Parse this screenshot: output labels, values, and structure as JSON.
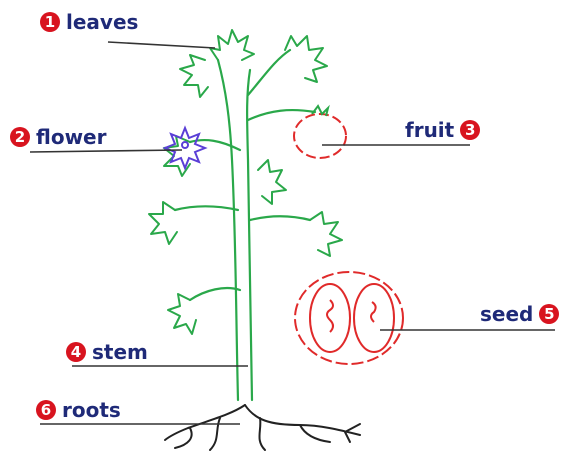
{
  "labels": {
    "leaves": {
      "number": "1",
      "text": "leaves"
    },
    "flower": {
      "number": "2",
      "text": "flower"
    },
    "fruit": {
      "number": "3",
      "text": "fruit"
    },
    "stem": {
      "number": "4",
      "text": "stem"
    },
    "seed": {
      "number": "5",
      "text": "seed"
    },
    "roots": {
      "number": "6",
      "text": "roots"
    }
  },
  "colors": {
    "label_text": "#1f2a78",
    "number_badge": "#d8141f",
    "leader_line": "#333333",
    "plant": "#2aa84a",
    "flower": "#5a3fd6",
    "fruit": "#e02a2a",
    "roots": "#222222"
  }
}
